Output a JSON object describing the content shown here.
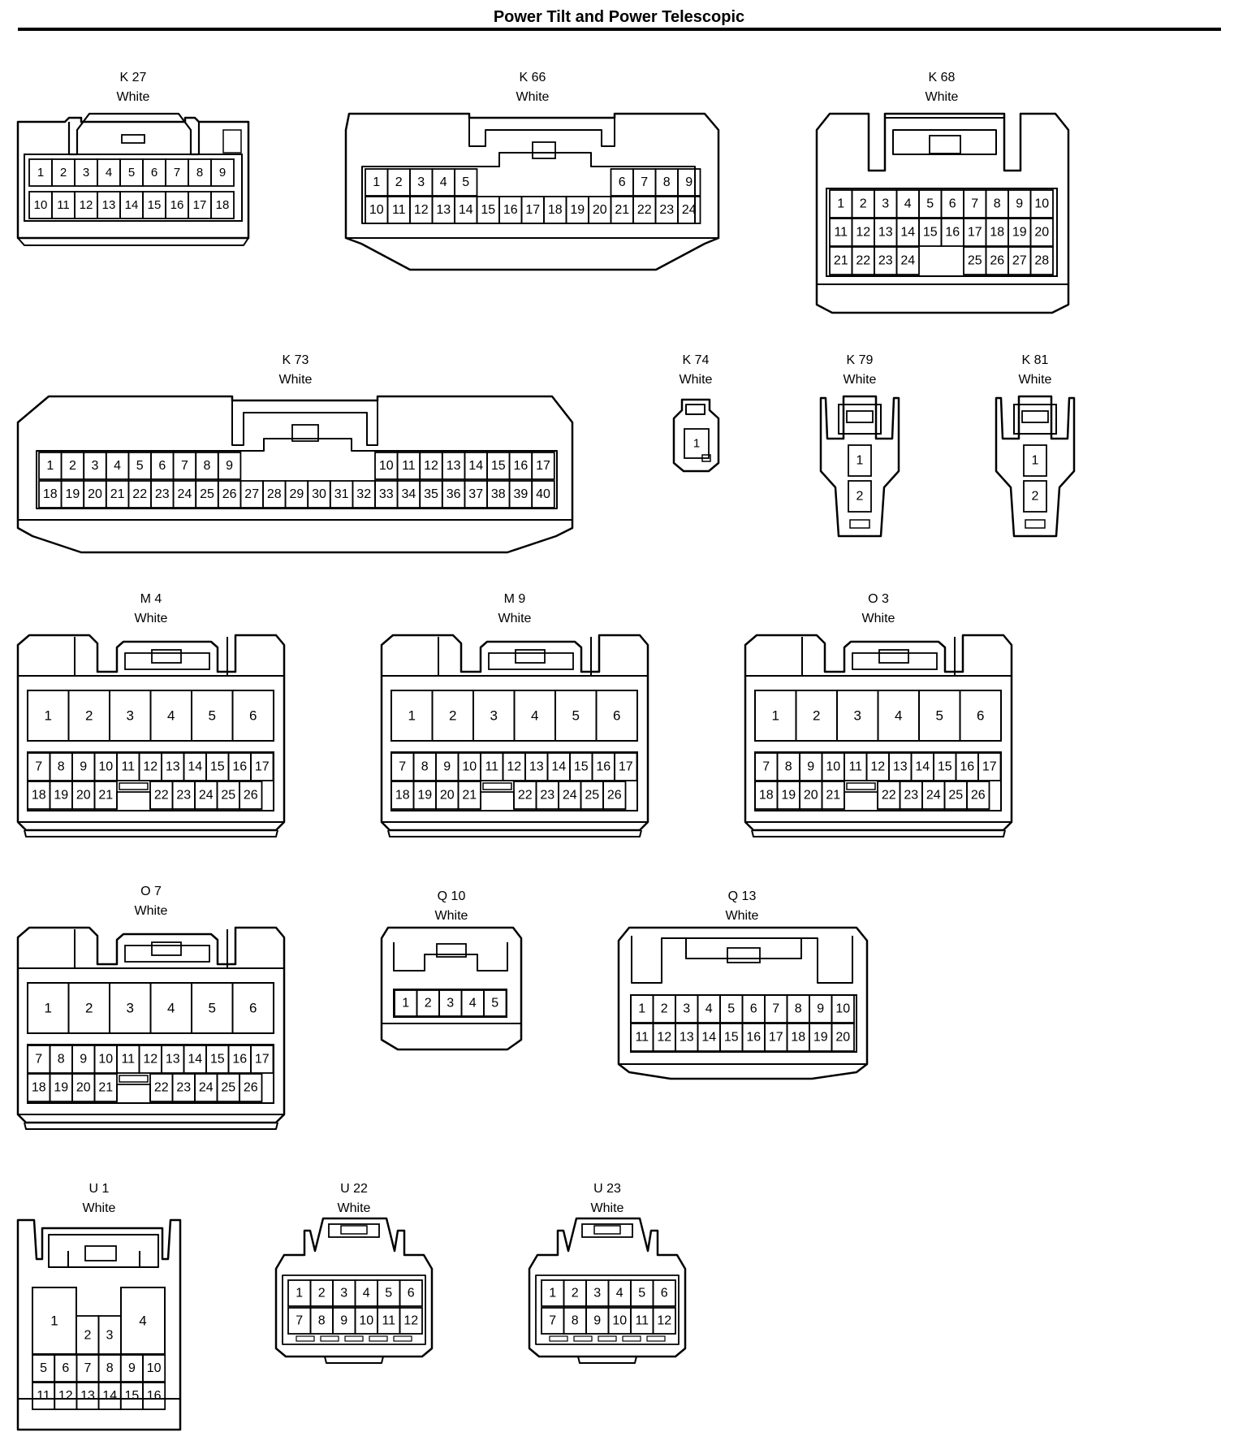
{
  "page": {
    "title": "Power Tilt and Power Telescopic"
  },
  "connectors": [
    {
      "id": "K27",
      "code": "K 27",
      "color": "White",
      "rows": [
        [
          "1",
          "2",
          "3",
          "4",
          "5",
          "6",
          "7",
          "8",
          "9"
        ],
        [
          "10",
          "11",
          "12",
          "13",
          "14",
          "15",
          "16",
          "17",
          "18"
        ]
      ]
    },
    {
      "id": "K66",
      "code": "K 66",
      "color": "White",
      "rows": [
        [
          "1",
          "2",
          "3",
          "4",
          "5",
          "",
          "",
          "",
          "",
          "",
          "",
          "6",
          "7",
          "8",
          "9"
        ],
        [
          "10",
          "11",
          "12",
          "13",
          "14",
          "15",
          "16",
          "17",
          "18",
          "19",
          "20",
          "21",
          "22",
          "23",
          "24"
        ]
      ]
    },
    {
      "id": "K68",
      "code": "K 68",
      "color": "White",
      "rows": [
        [
          "1",
          "2",
          "3",
          "4",
          "5",
          "6",
          "7",
          "8",
          "9",
          "10"
        ],
        [
          "11",
          "12",
          "13",
          "14",
          "15",
          "16",
          "17",
          "18",
          "19",
          "20"
        ],
        [
          "21",
          "22",
          "23",
          "24",
          "",
          "",
          "25",
          "26",
          "27",
          "28"
        ]
      ]
    },
    {
      "id": "K73",
      "code": "K 73",
      "color": "White",
      "rows": [
        [
          "1",
          "2",
          "3",
          "4",
          "5",
          "6",
          "7",
          "8",
          "9",
          "",
          "",
          "",
          "",
          "",
          "",
          "10",
          "11",
          "12",
          "13",
          "14",
          "15",
          "16",
          "17"
        ],
        [
          "18",
          "19",
          "20",
          "21",
          "22",
          "23",
          "24",
          "25",
          "26",
          "27",
          "28",
          "29",
          "30",
          "31",
          "32",
          "33",
          "34",
          "35",
          "36",
          "37",
          "38",
          "39",
          "40"
        ]
      ]
    },
    {
      "id": "K74",
      "code": "K 74",
      "color": "White",
      "rows": [
        [
          "1"
        ]
      ]
    },
    {
      "id": "K79",
      "code": "K 79",
      "color": "White",
      "rows": [
        [
          "1"
        ],
        [
          "2"
        ]
      ]
    },
    {
      "id": "K81",
      "code": "K 81",
      "color": "White",
      "rows": [
        [
          "1"
        ],
        [
          "2"
        ]
      ]
    },
    {
      "id": "M4",
      "code": "M 4",
      "color": "White",
      "big": [
        "1",
        "2",
        "3",
        "4",
        "5",
        "6"
      ],
      "rows": [
        [
          "7",
          "8",
          "9",
          "10",
          "11",
          "12",
          "13",
          "14",
          "15",
          "16",
          "17"
        ],
        [
          "18",
          "19",
          "20",
          "21",
          "",
          "22",
          "23",
          "24",
          "25",
          "26"
        ]
      ]
    },
    {
      "id": "M9",
      "code": "M 9",
      "color": "White",
      "big": [
        "1",
        "2",
        "3",
        "4",
        "5",
        "6"
      ],
      "rows": [
        [
          "7",
          "8",
          "9",
          "10",
          "11",
          "12",
          "13",
          "14",
          "15",
          "16",
          "17"
        ],
        [
          "18",
          "19",
          "20",
          "21",
          "",
          "22",
          "23",
          "24",
          "25",
          "26"
        ]
      ]
    },
    {
      "id": "O3",
      "code": "O 3",
      "color": "White",
      "big": [
        "1",
        "2",
        "3",
        "4",
        "5",
        "6"
      ],
      "rows": [
        [
          "7",
          "8",
          "9",
          "10",
          "11",
          "12",
          "13",
          "14",
          "15",
          "16",
          "17"
        ],
        [
          "18",
          "19",
          "20",
          "21",
          "",
          "22",
          "23",
          "24",
          "25",
          "26"
        ]
      ]
    },
    {
      "id": "O7",
      "code": "O 7",
      "color": "White",
      "big": [
        "1",
        "2",
        "3",
        "4",
        "5",
        "6"
      ],
      "rows": [
        [
          "7",
          "8",
          "9",
          "10",
          "11",
          "12",
          "13",
          "14",
          "15",
          "16",
          "17"
        ],
        [
          "18",
          "19",
          "20",
          "21",
          "",
          "22",
          "23",
          "24",
          "25",
          "26"
        ]
      ]
    },
    {
      "id": "Q10",
      "code": "Q 10",
      "color": "White",
      "rows": [
        [
          "1",
          "2",
          "3",
          "4",
          "5"
        ]
      ]
    },
    {
      "id": "Q13",
      "code": "Q 13",
      "color": "White",
      "rows": [
        [
          "1",
          "2",
          "3",
          "4",
          "5",
          "6",
          "7",
          "8",
          "9",
          "10"
        ],
        [
          "11",
          "12",
          "13",
          "14",
          "15",
          "16",
          "17",
          "18",
          "19",
          "20"
        ]
      ]
    },
    {
      "id": "U1",
      "code": "U 1",
      "color": "White",
      "top": [
        "1",
        "2",
        "3",
        "4"
      ],
      "rows": [
        [
          "5",
          "6",
          "7",
          "8",
          "9",
          "10"
        ],
        [
          "11",
          "12",
          "13",
          "14",
          "15",
          "16"
        ]
      ]
    },
    {
      "id": "U22",
      "code": "U 22",
      "color": "White",
      "rows": [
        [
          "1",
          "2",
          "3",
          "4",
          "5",
          "6"
        ],
        [
          "7",
          "8",
          "9",
          "10",
          "11",
          "12"
        ]
      ]
    },
    {
      "id": "U23",
      "code": "U 23",
      "color": "White",
      "rows": [
        [
          "1",
          "2",
          "3",
          "4",
          "5",
          "6"
        ],
        [
          "7",
          "8",
          "9",
          "10",
          "11",
          "12"
        ]
      ]
    }
  ]
}
